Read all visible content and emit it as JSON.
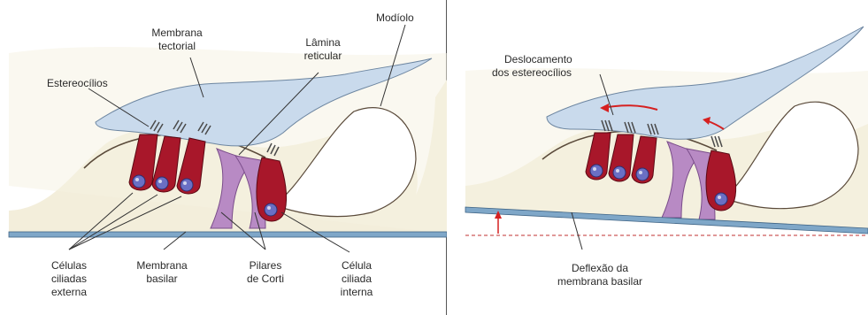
{
  "left_panel": {
    "labels": {
      "modiolo": "Modíolo",
      "membrana_tectorial_1": "Membrana",
      "membrana_tectorial_2": "tectorial",
      "lamina_reticular_1": "Lâmina",
      "lamina_reticular_2": "reticular",
      "estereocilios": "Estereocílios",
      "celulas_externas_1": "Células",
      "celulas_externas_2": "ciliadas",
      "celulas_externas_3": "externa",
      "membrana_basilar_1": "Membrana",
      "membrana_basilar_2": "basilar",
      "pilares_1": "Pilares",
      "pilares_2": "de Corti",
      "celula_interna_1": "Célula",
      "celula_interna_2": "ciliada",
      "celula_interna_3": "interna"
    }
  },
  "right_panel": {
    "labels": {
      "deslocamento_1": "Deslocamento",
      "deslocamento_2": "dos estereocílios",
      "deflexao_1": "Deflexão da",
      "deflexao_2": "membrana basilar"
    }
  },
  "colors": {
    "tissue": "#f3eedb",
    "tectorial": "#c9daec",
    "hair_cell": "#a8172a",
    "nucleus": "#6a6fc4",
    "pillar": "#b88ac4",
    "basilar": "#7fa7c8",
    "arrow": "#d62020"
  }
}
